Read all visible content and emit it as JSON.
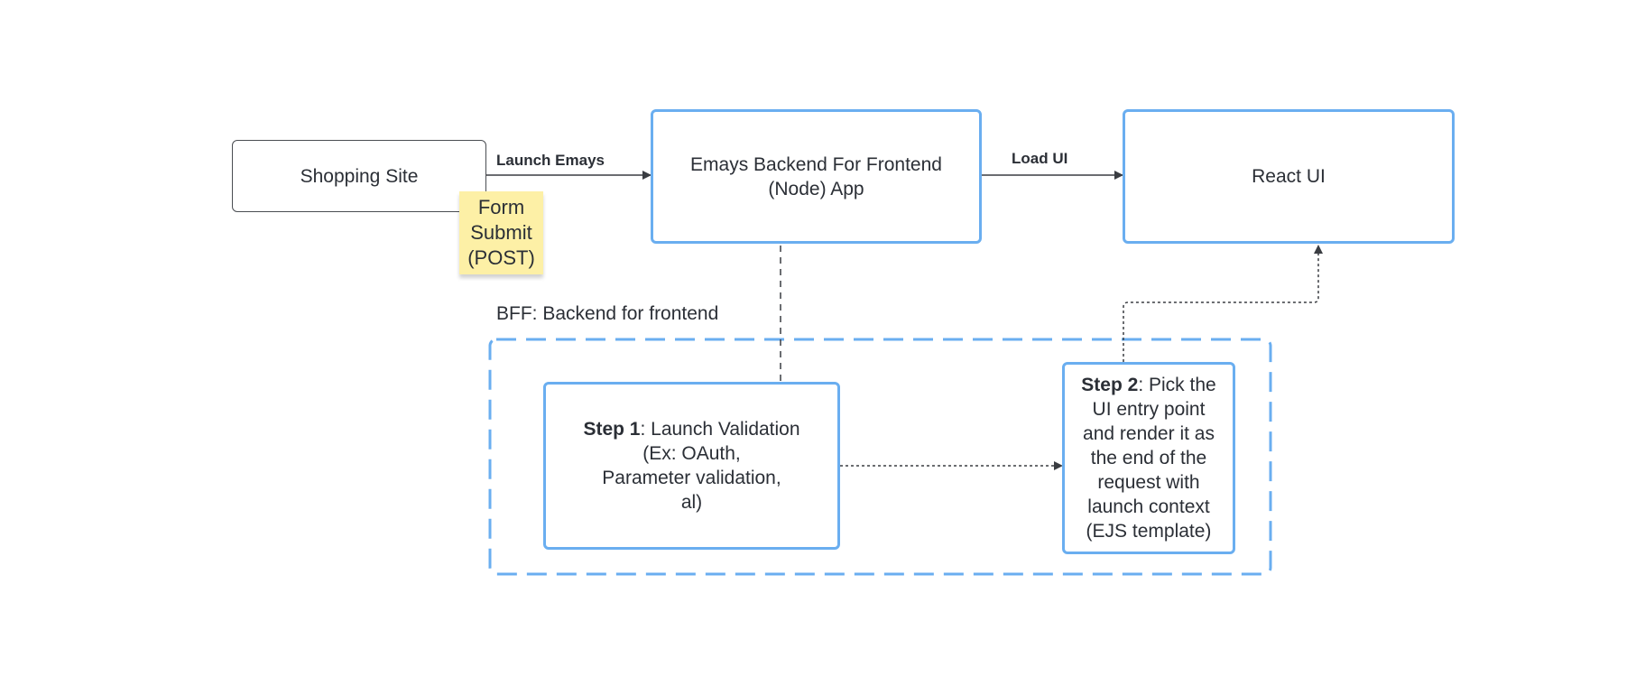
{
  "nodes": {
    "shopping_site": {
      "label": "Shopping Site"
    },
    "bff_app": {
      "line1": "Emays Backend For Frontend",
      "line2": "(Node) App"
    },
    "react_ui": {
      "label": "React UI"
    },
    "step1": {
      "bold": "Step 1",
      "text": ":  Launch Validation",
      "line2": "(Ex: OAuth,",
      "line3": "Parameter validation,",
      "line4": "al)"
    },
    "step2": {
      "bold": "Step 2",
      "text": ": Pick the",
      "line2": "UI entry point",
      "line3": "and render it as",
      "line4": "the end of the",
      "line5": "request with",
      "line6": "launch context",
      "line7": "(EJS template)"
    }
  },
  "sticky_note": {
    "line1": "Form",
    "line2": "Submit",
    "line3": "(POST)"
  },
  "edges": {
    "launch_emays": "Launch Emays",
    "load_ui": "Load UI"
  },
  "group": {
    "label": "BFF: Backend for frontend"
  },
  "colors": {
    "accent_blue": "#6aaef0",
    "sticky_yellow": "#fdf0a6",
    "line": "#3a3d42"
  }
}
